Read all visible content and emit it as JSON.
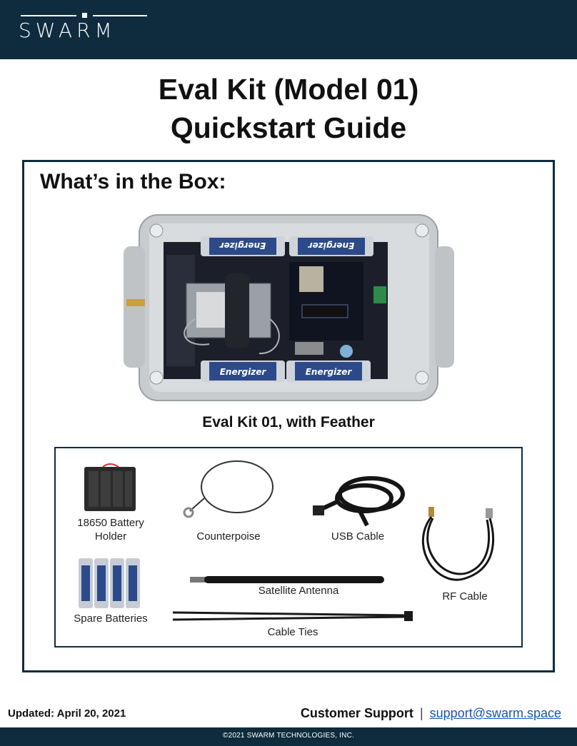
{
  "brand": {
    "logo_text": "SWARM"
  },
  "title": {
    "line1": "Eval Kit (Model 01)",
    "line2": "Quickstart Guide"
  },
  "box": {
    "heading": "What’s in the Box:",
    "photo": {
      "battery_brand": "Energizer",
      "caption": "Eval Kit 01, with Feather"
    },
    "items": [
      {
        "line1": "18650 Battery",
        "line2": "Holder"
      },
      {
        "label": "Counterpoise"
      },
      {
        "label": "USB Cable"
      },
      {
        "label": "RF Cable"
      },
      {
        "label": "Spare Batteries"
      },
      {
        "label": "Satellite Antenna"
      },
      {
        "label": "Cable Ties"
      }
    ]
  },
  "footer": {
    "updated": "Updated: April 20, 2021",
    "support_label": "Customer Support",
    "separator": "|",
    "support_email": "support@swarm.space",
    "copyright": "©2021 SWARM TECHNOLOGIES, INC."
  },
  "colors": {
    "navy": "#0e2c3e",
    "link": "#1a55b0"
  }
}
